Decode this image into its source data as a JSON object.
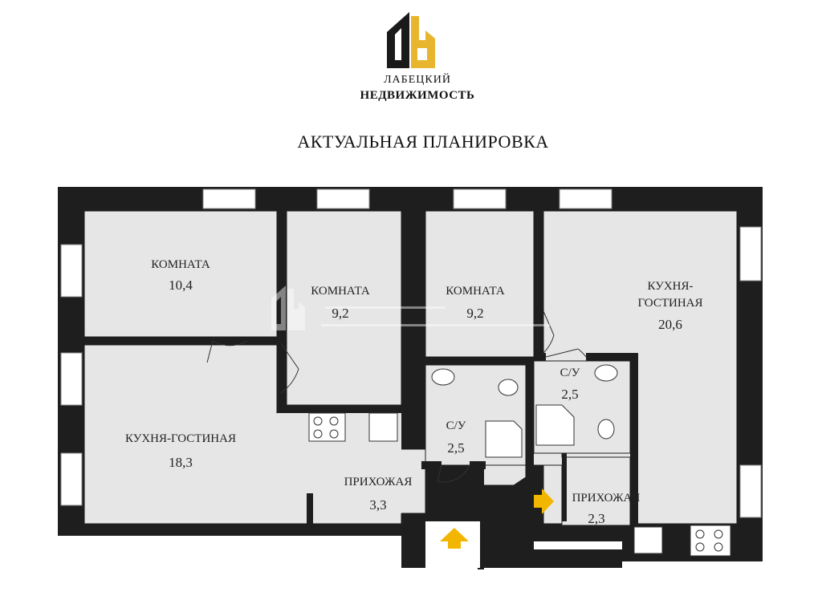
{
  "brand": {
    "line1": "ЛАБЕЦКИЙ",
    "line2": "НЕДВИЖИМОСТЬ",
    "colors": {
      "dark": "#1a1a1a",
      "gold": "#e8b52e"
    }
  },
  "title": "АКТУАЛЬНАЯ ПЛАНИРОВКА",
  "rooms": [
    {
      "name": "КОМНАТА",
      "area": "10,4"
    },
    {
      "name": "КОМНАТА",
      "area": "9,2"
    },
    {
      "name": "КОМНАТА",
      "area": "9,2"
    },
    {
      "name_line1": "КУХНЯ-",
      "name_line2": "ГОСТИНАЯ",
      "area": "20,6"
    },
    {
      "name": "С/У",
      "area": "2,5"
    },
    {
      "name": "С/У",
      "area": "2,5"
    },
    {
      "name": "КУХНЯ-ГОСТИНАЯ",
      "area": "18,3"
    },
    {
      "name": "ПРИХОЖАЯ",
      "area": "3,3"
    },
    {
      "name": "ПРИХОЖАЯ",
      "area": "2,3"
    }
  ],
  "watermark": {
    "line1": "ЛАБЕЦКИЙ",
    "line2": "НЕДВИЖИМОСТЬ"
  },
  "colors": {
    "wall": "#1e1e1e",
    "room": "#e6e6e6",
    "arrow": "#f2b600"
  }
}
